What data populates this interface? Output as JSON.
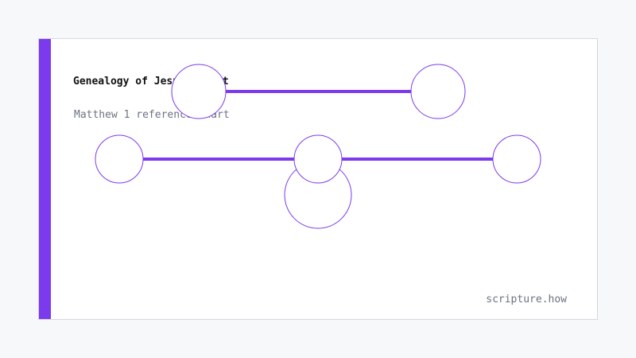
{
  "card": {
    "title": "Genealogy of Jesus Christ",
    "subtitle": "Matthew 1 reference chart",
    "footer": "scripture.how"
  },
  "colors": {
    "accent": "#7c3aed",
    "background": "#f7f8fa",
    "card": "#ffffff",
    "muted_text": "#6b7280"
  }
}
